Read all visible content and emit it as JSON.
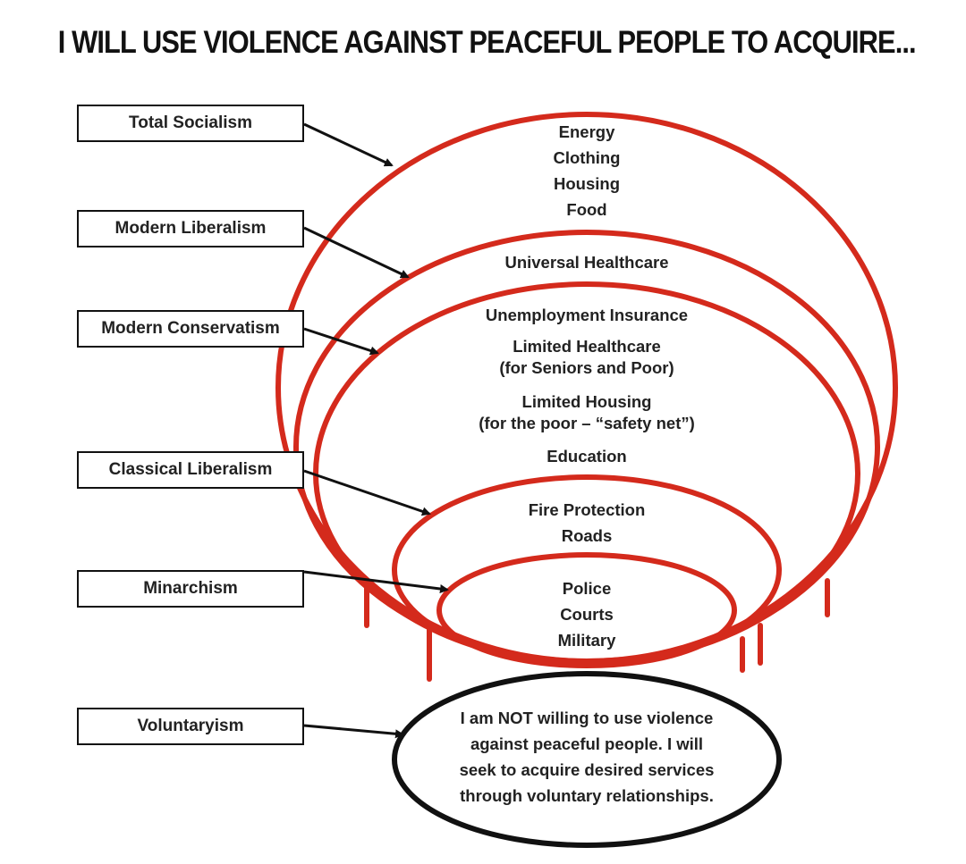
{
  "title": "I WILL USE VIOLENCE AGAINST PEACEFUL PEOPLE TO ACQUIRE...",
  "labels": {
    "total_socialism": "Total Socialism",
    "modern_liberalism": "Modern Liberalism",
    "modern_conservatism": "Modern Conservatism",
    "classical_liberalism": "Classical Liberalism",
    "minarchism": "Minarchism",
    "voluntaryism": "Voluntaryism"
  },
  "rings": {
    "socialism": [
      "Energy",
      "Clothing",
      "Housing",
      "Food"
    ],
    "liberalism": [
      "Universal Healthcare"
    ],
    "conservatism": [
      "Unemployment Insurance",
      "Limited Healthcare",
      "(for Seniors and Poor)",
      "Limited Housing",
      "(for the poor – “safety net”)",
      "Education"
    ],
    "classical": [
      "Fire Protection",
      "Roads"
    ],
    "minarchism": [
      "Police",
      "Courts",
      "Military"
    ]
  },
  "voluntaryism_text": [
    "I am NOT willing to use violence",
    "against peaceful people. I will",
    "seek to acquire desired services",
    "through voluntary relationships."
  ],
  "colors": {
    "ring": "#d42a1c",
    "ink": "#111111"
  }
}
